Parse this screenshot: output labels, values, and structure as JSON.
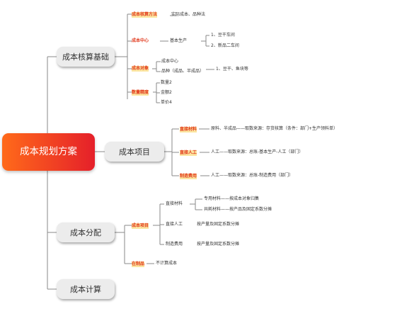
{
  "root": {
    "label": "成本规划方案"
  },
  "sections": {
    "basics": {
      "label": "成本核算基础",
      "items": {
        "method": {
          "label": "成本核算方法",
          "text": "实际成本、品种法"
        },
        "center": {
          "label": "成本中心",
          "mid": "基本生产",
          "items": [
            "1、豆干车间",
            "2、新品二车间"
          ]
        },
        "object": {
          "label": "成本对象",
          "items": [
            "成本中心",
            "品种（成品、半成品）"
          ],
          "extra": "1、豆干、鱼块等"
        },
        "precision": {
          "label": "数量精度",
          "items": [
            "数量2",
            "金额2",
            "单价4"
          ]
        }
      }
    },
    "items": {
      "label": "成本项目",
      "rows": [
        {
          "label": "直接材料",
          "text": "原料、半成品——取数来源：存货核算（条件：部门+生产领料单）"
        },
        {
          "label": "直接人工",
          "text": "人工——取数来源：总账-基本生产-人工（部门）"
        },
        {
          "label": "制造费用",
          "text": "人工——取数来源：总账-制造费用（部门）"
        }
      ]
    },
    "allocation": {
      "label": "成本分配",
      "item": {
        "label": "成本项目"
      },
      "material": {
        "label": "直接材料",
        "sub": [
          "专用材料——按成本对象归集",
          "共耗材料——按产品及固定系数分摊"
        ]
      },
      "labor": {
        "label": "直接人工",
        "text": "按产量及固定系数分摊"
      },
      "overhead": {
        "label": "制造费用",
        "text": "按产量及固定系数分摊"
      },
      "wip": {
        "label": "在制品",
        "text": "不计算成本"
      }
    },
    "calc": {
      "label": "成本计算"
    }
  },
  "colors": {
    "accent_red": "#e23a1e",
    "highlight_yellow": "#fbe5a0",
    "root_gradient": [
      "#ff6a1a",
      "#e5202a"
    ]
  }
}
